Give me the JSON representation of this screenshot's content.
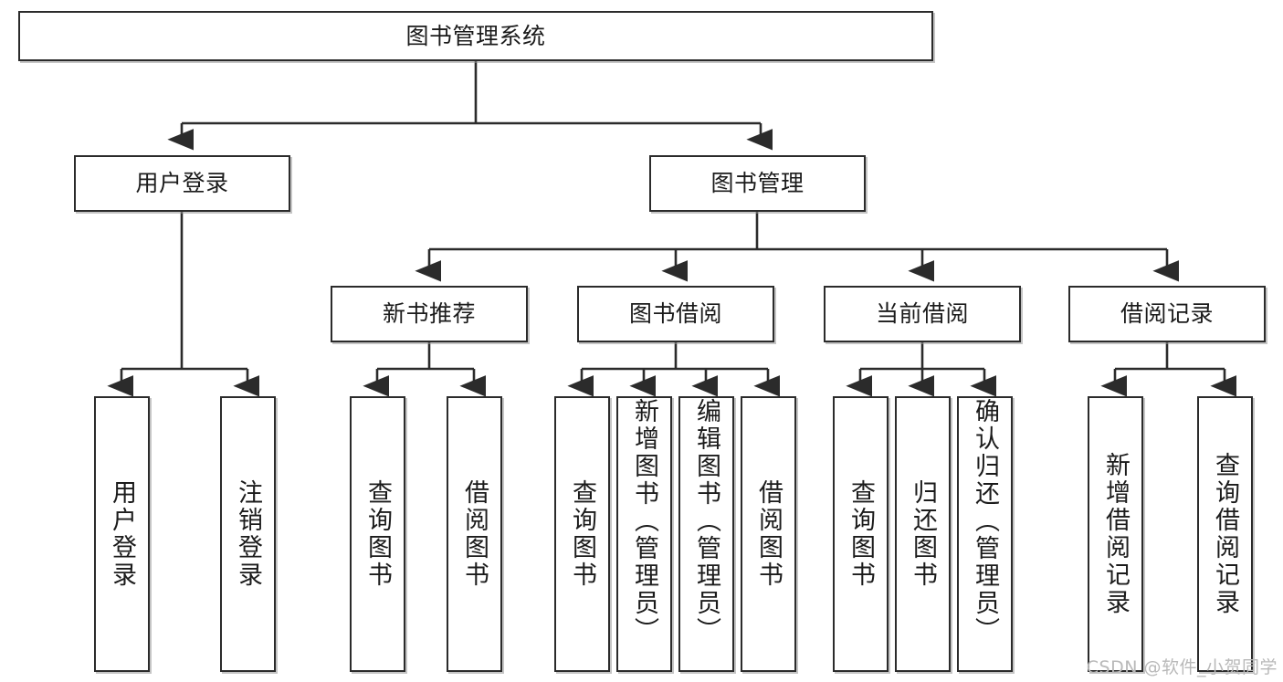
{
  "diagram": {
    "type": "tree",
    "title": "图书管理系统",
    "colors": {
      "box_stroke": "#2b2b2b",
      "box_fill": "#ffffff",
      "line": "#2b2b2b",
      "text": "#1b1b1b",
      "watermark": "#b9b9b9"
    },
    "root": {
      "label": "图书管理系统"
    },
    "level2": [
      {
        "label": "用户登录"
      },
      {
        "label": "图书管理"
      }
    ],
    "level3": [
      {
        "label": "新书推荐"
      },
      {
        "label": "图书借阅"
      },
      {
        "label": "当前借阅"
      },
      {
        "label": "借阅记录"
      }
    ],
    "leaves": {
      "user_login": [
        {
          "label": "用户登录"
        },
        {
          "label": "注销登录"
        }
      ],
      "new_book_recommend": [
        {
          "label": "查询图书"
        },
        {
          "label": "借阅图书"
        }
      ],
      "book_borrow": [
        {
          "label": "查询图书"
        },
        {
          "label": "新增图书（管理员）"
        },
        {
          "label": "编辑图书（管理员）"
        },
        {
          "label": "借阅图书"
        }
      ],
      "current_borrow": [
        {
          "label": "查询图书"
        },
        {
          "label": "归还图书"
        },
        {
          "label": "确认归还（管理员）"
        }
      ],
      "borrow_records": [
        {
          "label": "新增借阅记录"
        },
        {
          "label": "查询借阅记录"
        }
      ]
    },
    "watermark": "CSDN @软件_小贺同学"
  }
}
